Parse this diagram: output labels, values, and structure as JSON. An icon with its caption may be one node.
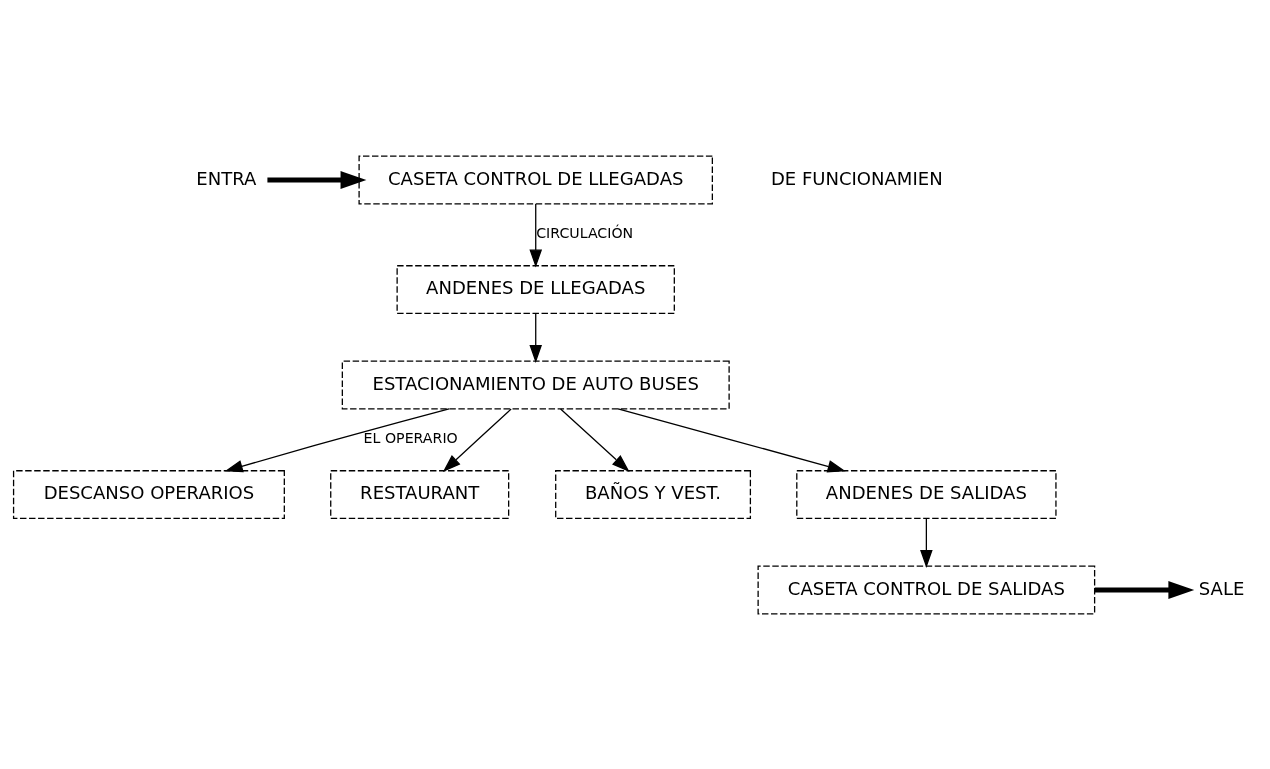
{
  "diagram": {
    "nodes": [
      {
        "text": [
          "ENTRA"
        ]
      },
      {
        "text": [
          "CASETA CONTROL DE LLEGADAS"
        ]
      },
      {
        "text": [
          "ANDENES DE LLEGADAS"
        ]
      },
      {
        "text": [
          "ESTACIONAMIENTO DE AUTO BUSES"
        ]
      },
      {
        "text": [
          "DESCANSO OPERARIOS"
        ]
      },
      {
        "text": [
          "RESTAURANT"
        ]
      },
      {
        "text": [
          "BAÑOS Y VEST."
        ]
      },
      {
        "text": [
          "ANDENES DE SALIDAS"
        ]
      },
      {
        "text": [
          "CASETA CONTROL DE SALIDAS"
        ]
      },
      {
        "text": [
          "SALE"
        ]
      }
    ],
    "edges": [
      {
        "from": 0,
        "to": 1,
        "arrow": "to",
        "style": "thick"
      },
      {
        "from": 1,
        "to": 2,
        "arrow": "to",
        "label": "CIRCULACIÓN"
      },
      {
        "from": 2,
        "to": 3,
        "arrow": "to"
      },
      {
        "from": 3,
        "to": 4,
        "arrow": "to",
        "label": "EL OPERARIO"
      },
      {
        "from": 3,
        "to": 5,
        "arrow": "to"
      },
      {
        "from": 3,
        "to": 6,
        "arrow": "to"
      },
      {
        "from": 3,
        "to": 7,
        "arrow": "to"
      },
      {
        "from": 7,
        "to": 8,
        "arrow": "to"
      },
      {
        "from": 8,
        "to": 9,
        "arrow": "to",
        "style": "thick"
      }
    ],
    "labels": [
      "DE FUNCIONAMIEN"
    ]
  }
}
